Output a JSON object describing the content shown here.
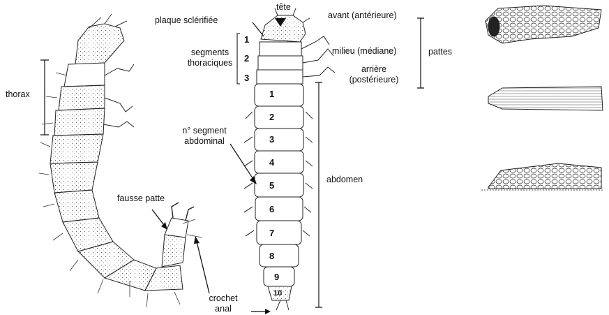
{
  "labels": {
    "thorax": "thorax",
    "plaque": "plaque sclérifiée",
    "tete": "tête",
    "segments_thoraciques": [
      "segments",
      "thoraciques"
    ],
    "avant": "avant (antérieure)",
    "milieu": "milieu (médiane)",
    "arriere": [
      "arrière",
      "(postérieure)"
    ],
    "pattes": "pattes",
    "n_segment": [
      "n° segment",
      "abdominal"
    ],
    "abdomen": "abdomen",
    "fausse_patte": "fausse patte",
    "crochet": [
      "crochet",
      "anal"
    ]
  },
  "thoracic_numbers": [
    "1",
    "2",
    "3"
  ],
  "abdominal_numbers": [
    "1",
    "2",
    "3",
    "4",
    "5",
    "6",
    "7",
    "8",
    "9",
    "10"
  ]
}
